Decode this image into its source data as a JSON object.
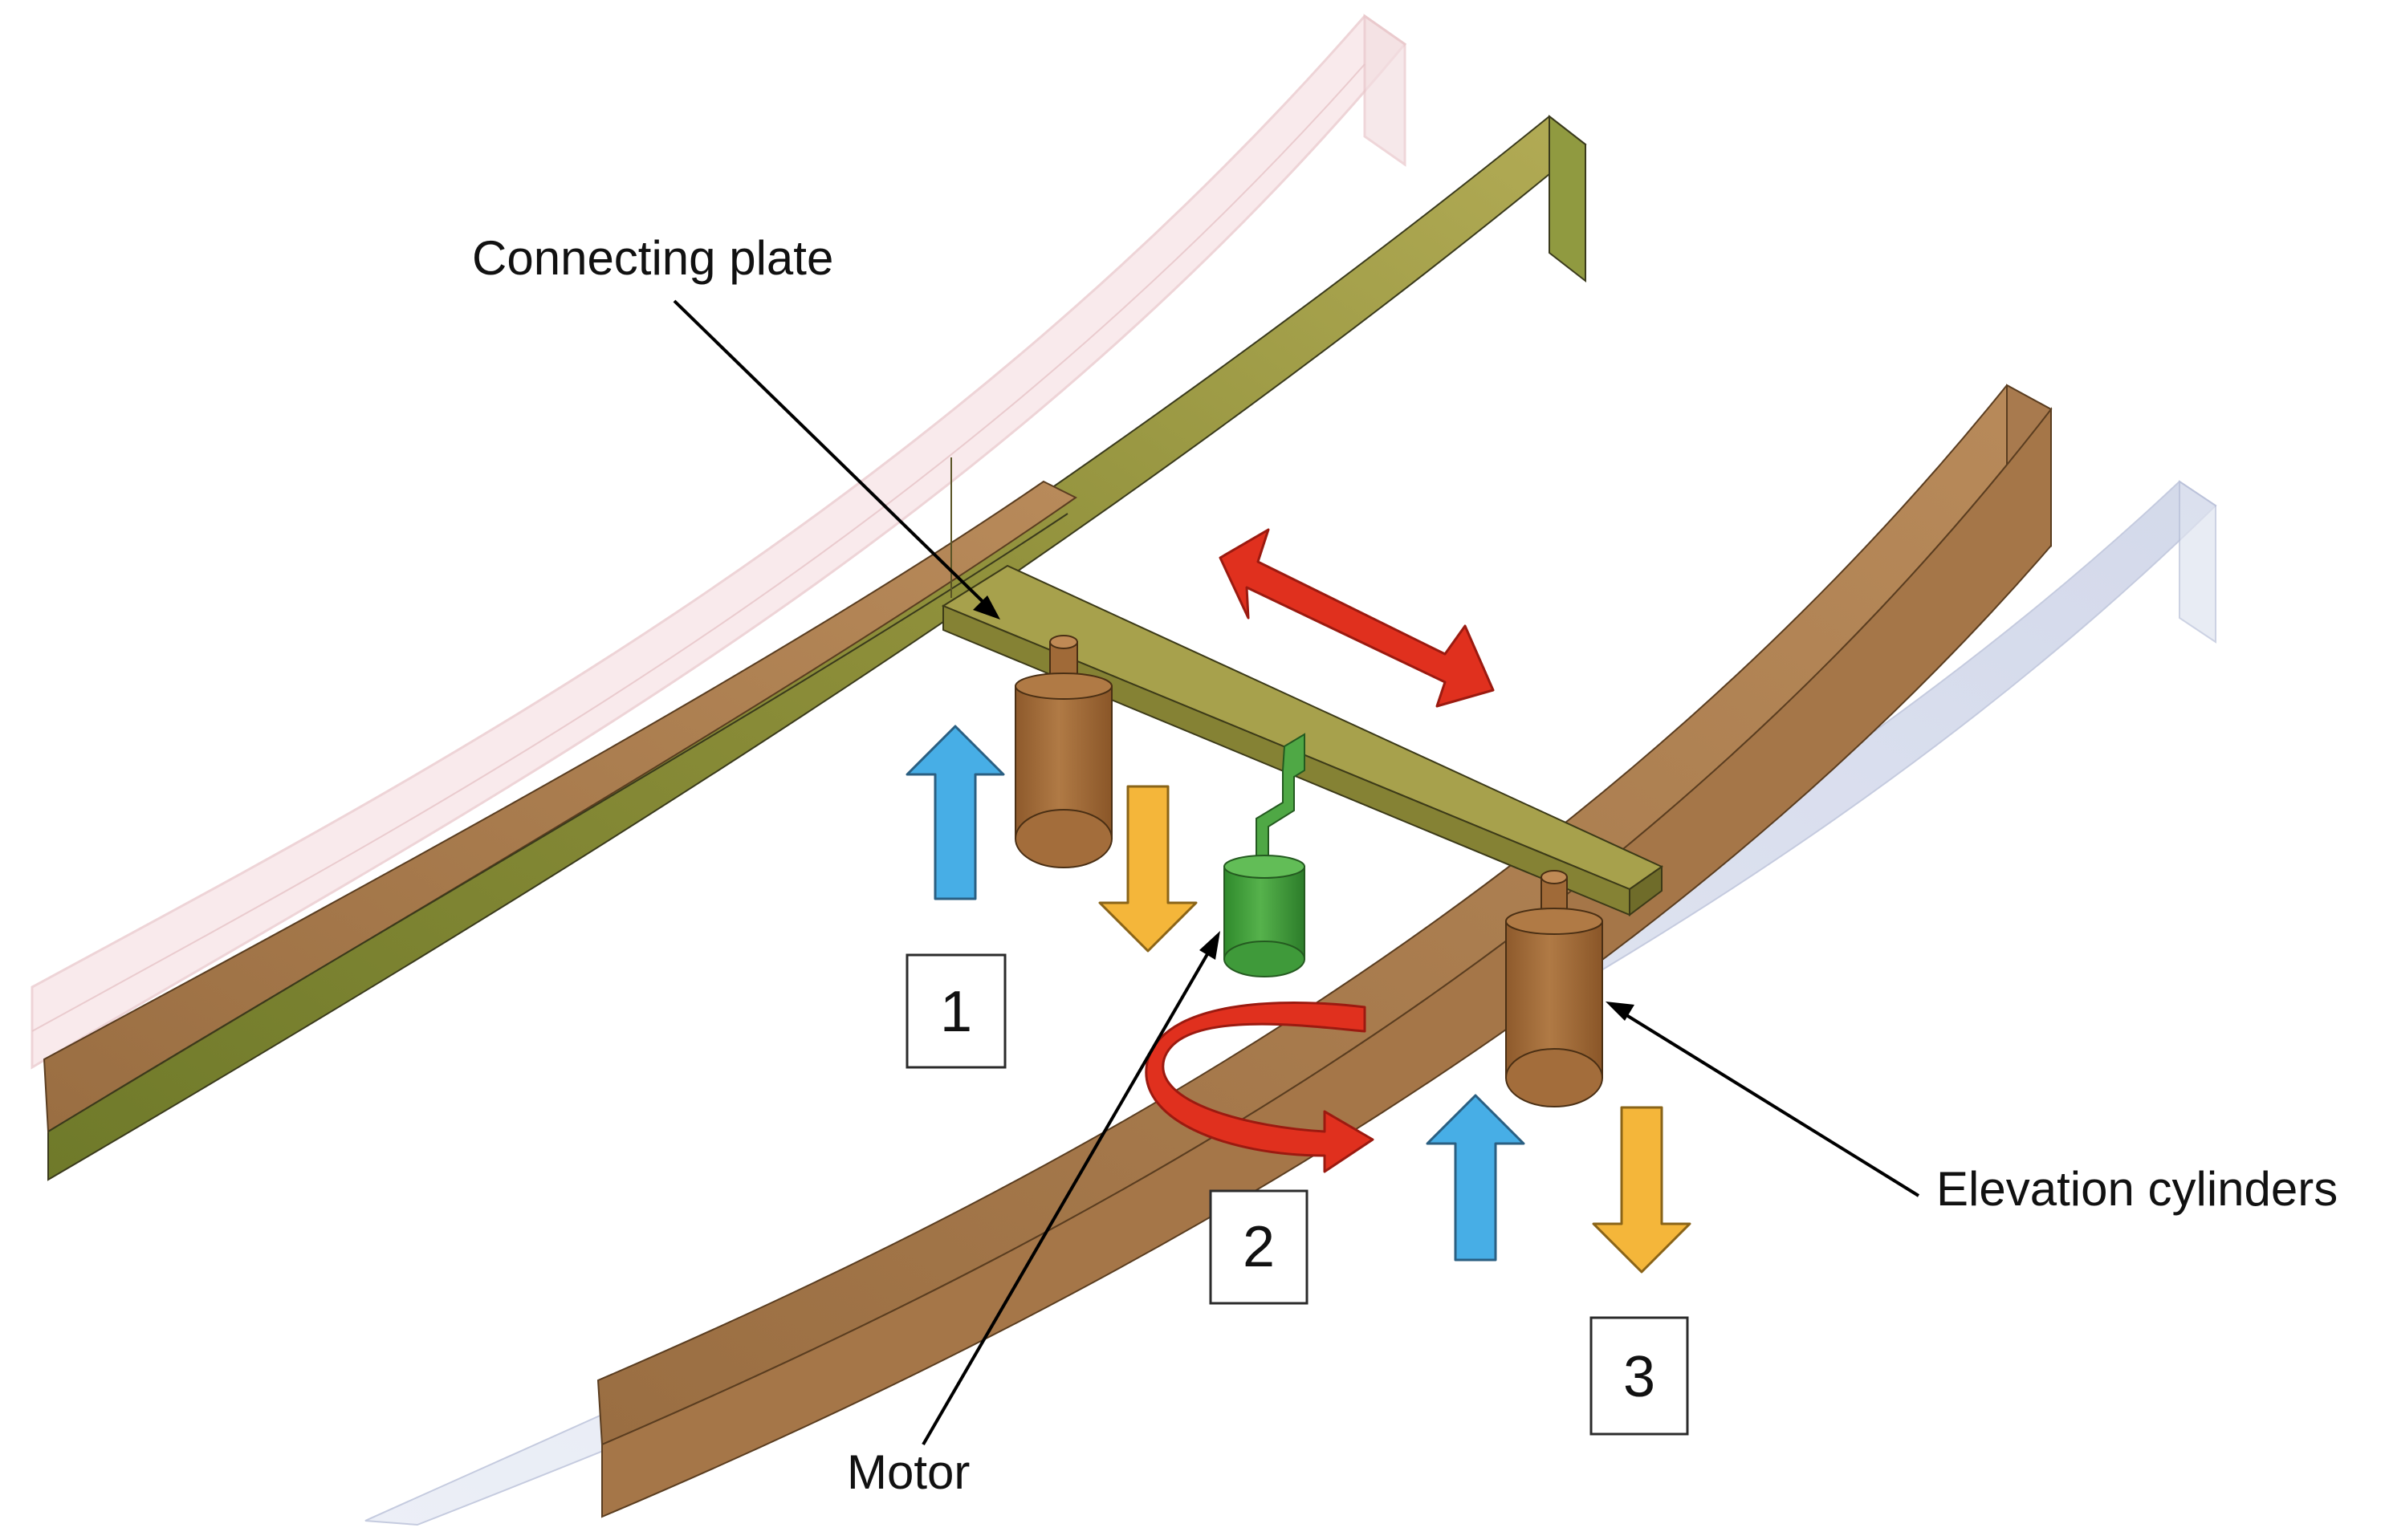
{
  "labels": {
    "connecting_plate": "Connecting plate",
    "motor": "Motor",
    "elevation_cylinders": "Elevation cylinders"
  },
  "steps": [
    "1",
    "2",
    "3"
  ],
  "colors": {
    "rail_brown": "#a87a4e",
    "rail_olive": "#8c8c3c",
    "ghost_pink": "#f4d9dc",
    "ghost_blue": "#d6dcec",
    "plate": "#8a8636",
    "cylinder": "#a06a38",
    "motor": "#3f9a3a",
    "arrow_red": "#e0301e",
    "arrow_blue": "#47aee6",
    "arrow_yellow": "#f4b63a"
  }
}
